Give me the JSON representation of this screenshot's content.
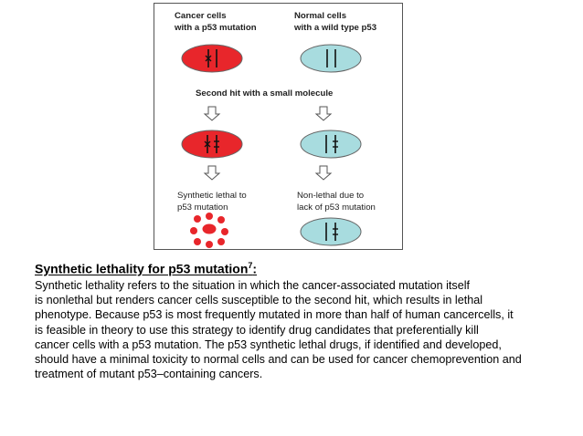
{
  "figure": {
    "header_cancer": [
      "Cancer cells",
      "with a p53 mutation"
    ],
    "header_normal": [
      "Normal cells",
      "with a wild type p53"
    ],
    "middle_label": "Second hit with a small molecule",
    "outcome_cancer": [
      "Synthetic lethal to",
      "p53 mutation"
    ],
    "outcome_normal": [
      "Non-lethal due to",
      "lack of p53 mutation"
    ],
    "colors": {
      "cancer_cell": "#e8262b",
      "normal_cell": "#a8dcdf",
      "arrow_fill": "#ffffff",
      "arrow_stroke": "#555555"
    },
    "icons": [
      "arrow-down-icon",
      "chromosome-icon",
      "cell-fragments-icon"
    ]
  },
  "caption": {
    "title": "Synthetic lethality for p53 mutation",
    "superscript": "7",
    "title_suffix": ":",
    "body": " Synthetic lethality refers to the situation in which the cancer-associated mutation itself\nis nonlethal but renders cancer cells susceptible to the second hit, which results in lethal\nphenotype. Because p53 is most frequently mutated in more than half of human cancercells, it\nis feasible in theory to use this strategy to identify drug candidates that preferentially kill\ncancer cells with a p53 mutation. The p53 synthetic lethal drugs, if identified and developed,\nshould have a minimal toxicity to normal cells and can be used for cancer chemoprevention and\ntreatment of mutant p53–containing cancers."
  }
}
